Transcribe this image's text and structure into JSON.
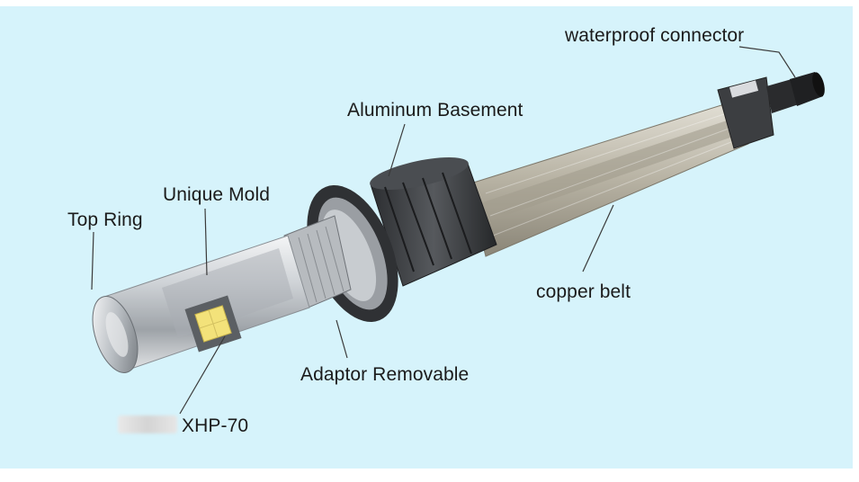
{
  "labels": {
    "waterproof_connector": "waterproof connector",
    "aluminum_basement": "Aluminum Basement",
    "unique_mold": "Unique Mold",
    "top_ring": "Top Ring",
    "copper_belt": "copper belt",
    "adaptor_removable": "Adaptor Removable",
    "xhp70": "XHP-70"
  },
  "colors": {
    "background_panel": "#d6f3fb",
    "leader_line": "#3a3a3a",
    "led_chip": "#f3e27a",
    "aluminum_body": "#c9ccd0",
    "heat_sink": "#3b3d40",
    "copper_belt": "#b9b4a6"
  }
}
